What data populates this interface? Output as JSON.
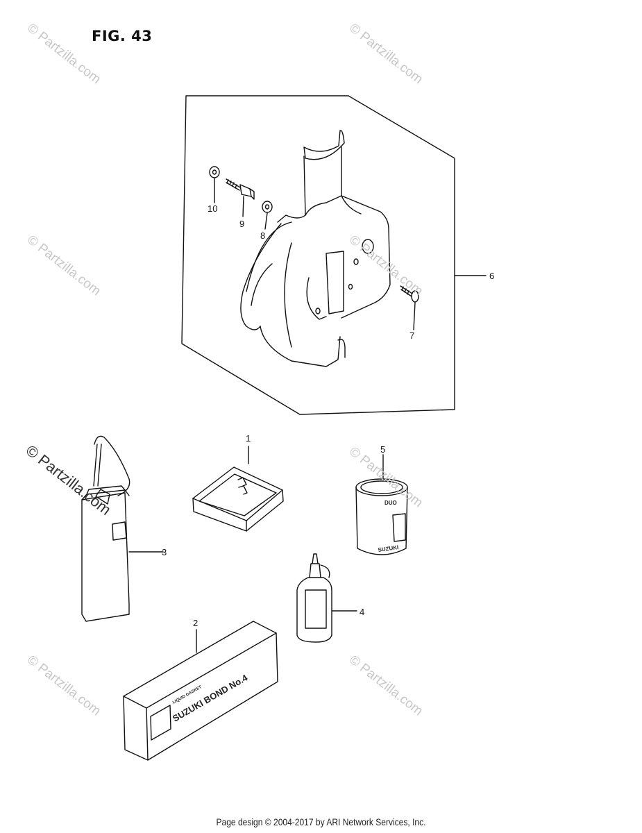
{
  "figure": {
    "title": "FIG. 43"
  },
  "callouts": [
    {
      "id": "1",
      "label": "1"
    },
    {
      "id": "2",
      "label": "2"
    },
    {
      "id": "3",
      "label": "3"
    },
    {
      "id": "4",
      "label": "4"
    },
    {
      "id": "5",
      "label": "5"
    },
    {
      "id": "6",
      "label": "6"
    },
    {
      "id": "7",
      "label": "7"
    },
    {
      "id": "8",
      "label": "8"
    },
    {
      "id": "9",
      "label": "9"
    },
    {
      "id": "10",
      "label": "10"
    }
  ],
  "product_labels": {
    "bond_tube_small": "LIQUID GASKET",
    "bond_tube_main": "SUZUKI BOND No.4",
    "can_brand": "SUZUKI",
    "can_top": "DUO"
  },
  "watermark": {
    "text": "© Partzilla.com"
  },
  "footer": {
    "text": "Page design © 2004-2017 by ARI Network Services, Inc."
  }
}
